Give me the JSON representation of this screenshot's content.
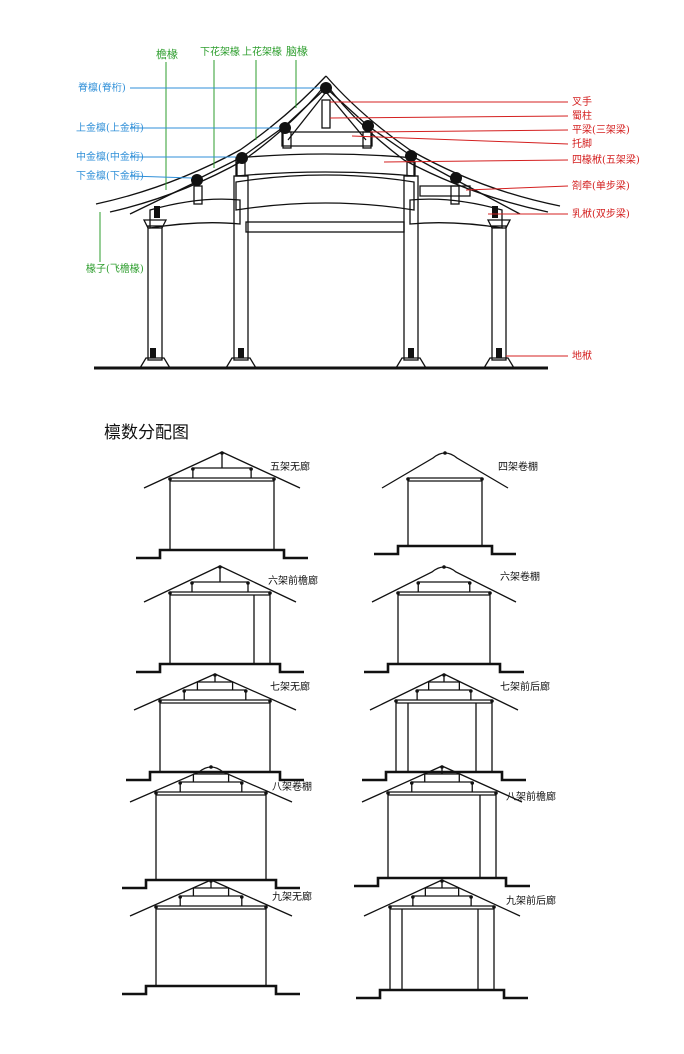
{
  "main_diagram": {
    "labels_left_green_top": [
      "檐椽",
      "下花架椽",
      "上花架椽",
      "脑椽"
    ],
    "labels_left_blue": [
      "脊檩(脊桁)",
      "上金檩(上金桁)",
      "中金檩(中金桁)",
      "下金檩(下金桁)"
    ],
    "label_left_green_bottom": "椽子(飞檐椽)",
    "labels_right_red": [
      "叉手",
      "蜀柱",
      "平梁(三架梁)",
      "托脚",
      "四椽栿(五架梁)",
      "乳栿(双步梁)",
      "劄牵(单步梁)",
      "地栿"
    ],
    "colors": {
      "green": "#2e9e2e",
      "blue": "#2f8fd8",
      "red": "#d42020",
      "ink": "#111111"
    }
  },
  "section_title": "檩数分配图",
  "variants": [
    "五架无廊",
    "四架卷棚",
    "六架前檐廊",
    "六架卷棚",
    "七架无廊",
    "七架前后廊",
    "八架卷棚",
    "八架前檐廊",
    "九架无廊",
    "九架前后廊"
  ]
}
